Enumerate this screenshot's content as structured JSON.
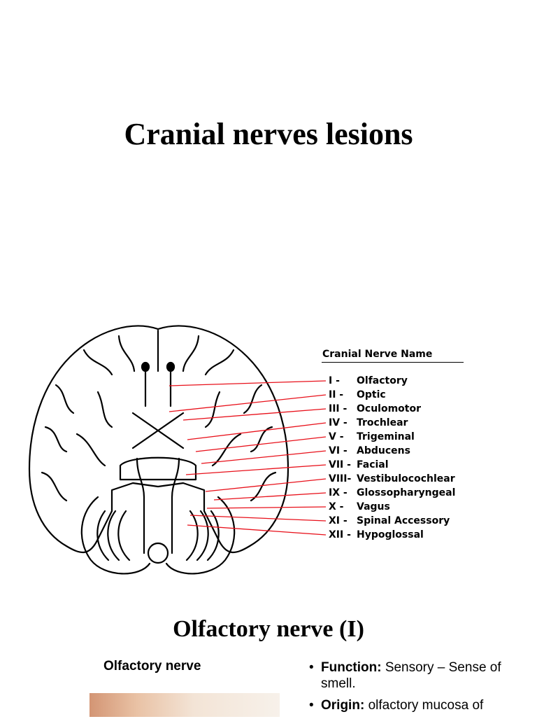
{
  "slide1": {
    "title": "Cranial nerves lesions"
  },
  "diagram": {
    "header": "Cranial Nerve Name",
    "line_color": "#e8101a",
    "nerves": [
      {
        "num": "I -",
        "name": "Olfactory"
      },
      {
        "num": "II -",
        "name": "Optic"
      },
      {
        "num": "III -",
        "name": "Oculomotor"
      },
      {
        "num": "IV -",
        "name": "Trochlear"
      },
      {
        "num": "V -",
        "name": "Trigeminal"
      },
      {
        "num": "VI -",
        "name": "Abducens"
      },
      {
        "num": "VII -",
        "name": "Facial"
      },
      {
        "num": "VIII-",
        "name": "Vestibulocochlear"
      },
      {
        "num": "IX -",
        "name": "Glossopharyngeal"
      },
      {
        "num": "X -",
        "name": "Vagus"
      },
      {
        "num": "XI -",
        "name": "Spinal Accessory"
      },
      {
        "num": "XII -",
        "name": "Hypoglossal"
      }
    ]
  },
  "slide2": {
    "title": "Olfactory nerve (I)",
    "image_label": "Olfactory nerve",
    "bullets": [
      {
        "label": "Function:",
        "text": "Sensory – Sense of smell."
      },
      {
        "label": "Origin:",
        "text": "olfactory mucosa of"
      }
    ]
  }
}
